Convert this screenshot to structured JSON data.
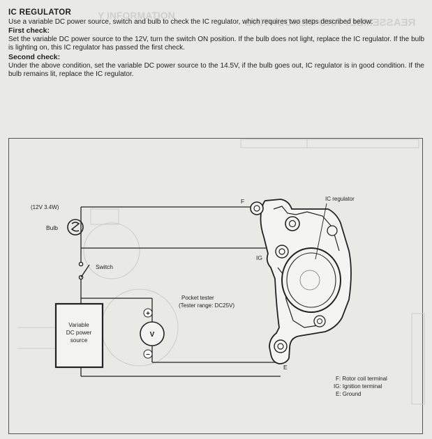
{
  "section": {
    "title": "IC REGULATOR",
    "intro": "Use a variable DC power source, switch and bulb to check the IC regulator, which requires two steps described below:",
    "first_check_label": "First check:",
    "first_check_text": "Set the variable DC power source to the 12V, turn the switch ON position.  If the bulb does not light, replace the IC regulator.  If the bulb is lighting on, this IC regulator has passed the first check.",
    "second_check_label": "Second check:",
    "second_check_text": "Under the above condition, set the variable DC power source to the 14.5V, if the bulb goes out, IC regulator is in good condition.  If the bulb remains lit, replace the IC regulator."
  },
  "diagram": {
    "bulb_rating": "(12V 3.4W)",
    "bulb_label": "Bulb",
    "switch_label": "Switch",
    "source_line1": "Variable",
    "source_line2": "DC power",
    "source_line3": "source",
    "tester_line1": "Pocket tester",
    "tester_line2": "(Tester range: DC25V)",
    "meter_symbol": "V",
    "plus_symbol": "+",
    "minus_symbol": "−",
    "regulator_label": "IC regulator",
    "terminal_f": "F",
    "terminal_ig": "IG",
    "terminal_e": "E",
    "legend": [
      "F:  Rotor coil terminal",
      "IG:  Ignition terminal",
      "E:  Ground"
    ]
  }
}
